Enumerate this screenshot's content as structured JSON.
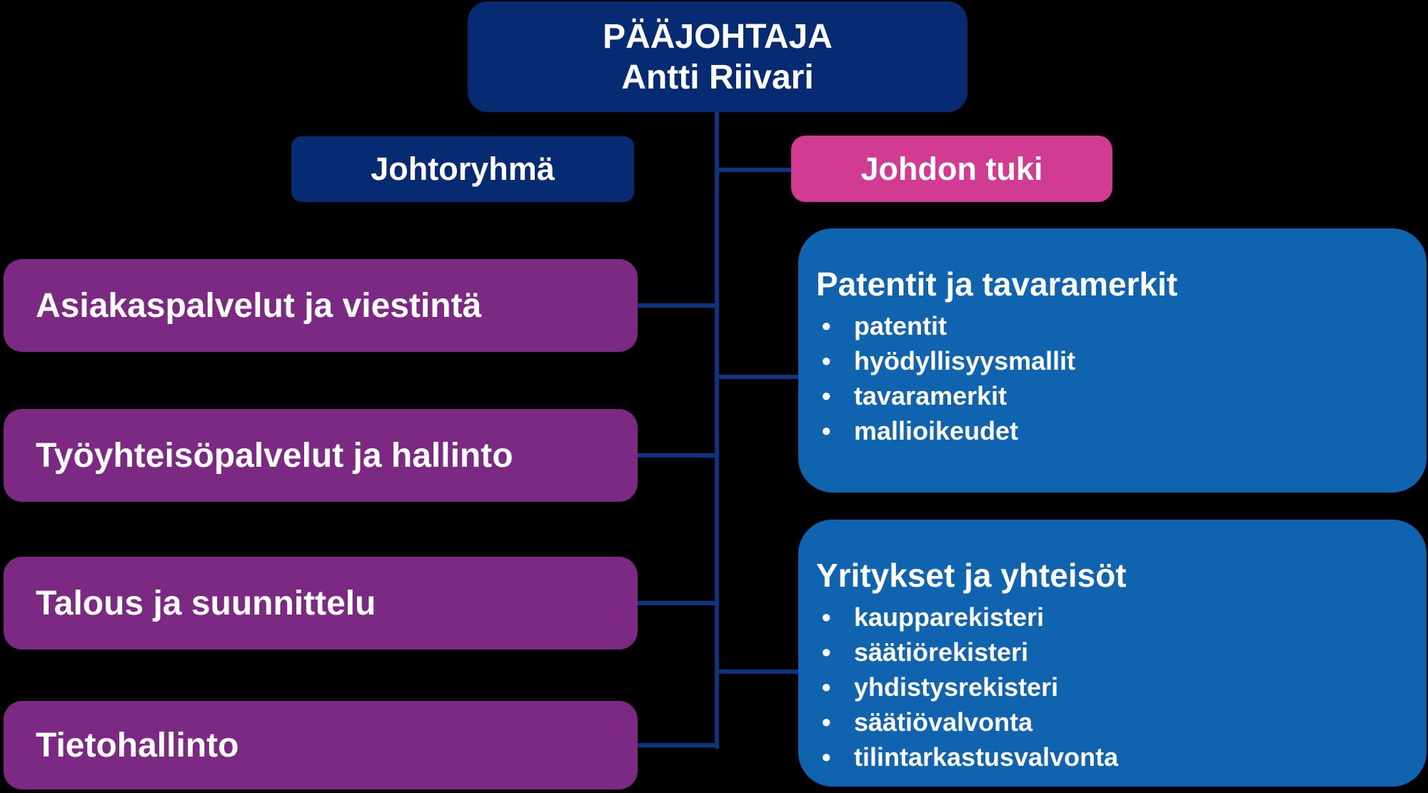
{
  "colors": {
    "background": "#000000",
    "navy": "#062b72",
    "pink": "#d23b92",
    "purple": "#7b2982",
    "blue": "#1063ae",
    "connector": "#0d3483",
    "text": "#ffffff"
  },
  "chart": {
    "root": {
      "title": "PÄÄJOHTAJA",
      "subtitle": "Antti Riivari"
    },
    "left_header": {
      "label": "Johtoryhmä"
    },
    "right_header": {
      "label": "Johdon tuki"
    },
    "departments": [
      {
        "label": "Asiakaspalvelut ja viestintä"
      },
      {
        "label": "Työyhteisöpalvelut ja hallinto"
      },
      {
        "label": "Talous ja suunnittelu"
      },
      {
        "label": "Tietohallinto"
      }
    ],
    "units": [
      {
        "title": "Patentit ja tavaramerkit",
        "items": [
          "patentit",
          "hyödyllisyysmallit",
          "tavaramerkit",
          "mallioikeudet"
        ]
      },
      {
        "title": "Yritykset ja yhteisöt",
        "items": [
          "kaupparekisteri",
          "säätiörekisteri",
          "yhdistysrekisteri",
          "säätiövalvonta",
          "tilintarkastusvalvonta"
        ]
      }
    ]
  }
}
